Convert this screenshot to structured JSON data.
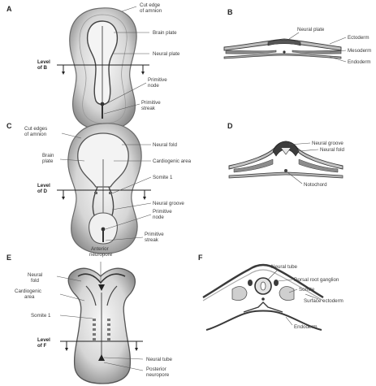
{
  "panels": {
    "a": {
      "letter": "A",
      "labels": {
        "cut_edge": "Cut edge\nof amnion",
        "brain_plate": "Brain plate",
        "neural_plate": "Neural plate",
        "level": "Level\nof B",
        "primitive_node": "Primitive\nnode",
        "primitive_streak": "Primitive\nstreak"
      }
    },
    "b": {
      "letter": "B",
      "labels": {
        "neural_plate": "Neural plate",
        "ectoderm": "Ectoderm",
        "mesoderm": "Mesoderm",
        "endoderm": "Endoderm"
      }
    },
    "c": {
      "letter": "C",
      "labels": {
        "cut_edges": "Cut edges\nof amnion",
        "brain_plate": "Brain\nplate",
        "neural_fold": "Neural fold",
        "cardiogenic_area": "Cardiogenic area",
        "somite": "Somite 1",
        "level": "Level\nof D",
        "neural_groove": "Neural groove",
        "primitive_node": "Primitive\nnode",
        "primitive_streak": "Primitive\nstreak"
      }
    },
    "d": {
      "letter": "D",
      "labels": {
        "neural_groove": "Neural groove",
        "neural_fold": "Neural fold",
        "notochord": "Notochord"
      }
    },
    "e": {
      "letter": "E",
      "labels": {
        "anterior_neuropore": "Anterior\nneuropore",
        "neural_fold": "Neural\nfold",
        "cardiogenic_area": "Cardiogenic\narea",
        "somite": "Somite 1",
        "level": "Level\nof F",
        "neural_tube": "Neural tube",
        "posterior_neuropore": "Posterior\nneuropore"
      }
    },
    "f": {
      "letter": "F",
      "labels": {
        "neural_tube": "Neural tube",
        "dorsal_root_ganglion": "Dorsal root ganglion",
        "somite": "Somite",
        "surface_ectoderm": "Surface ectoderm",
        "endoderm": "Endoderm"
      }
    }
  },
  "colors": {
    "tissue_dark": "#3a3a3a",
    "tissue_mid": "#9a9a9a",
    "tissue_light": "#e4e4e4",
    "background": "#ffffff"
  }
}
